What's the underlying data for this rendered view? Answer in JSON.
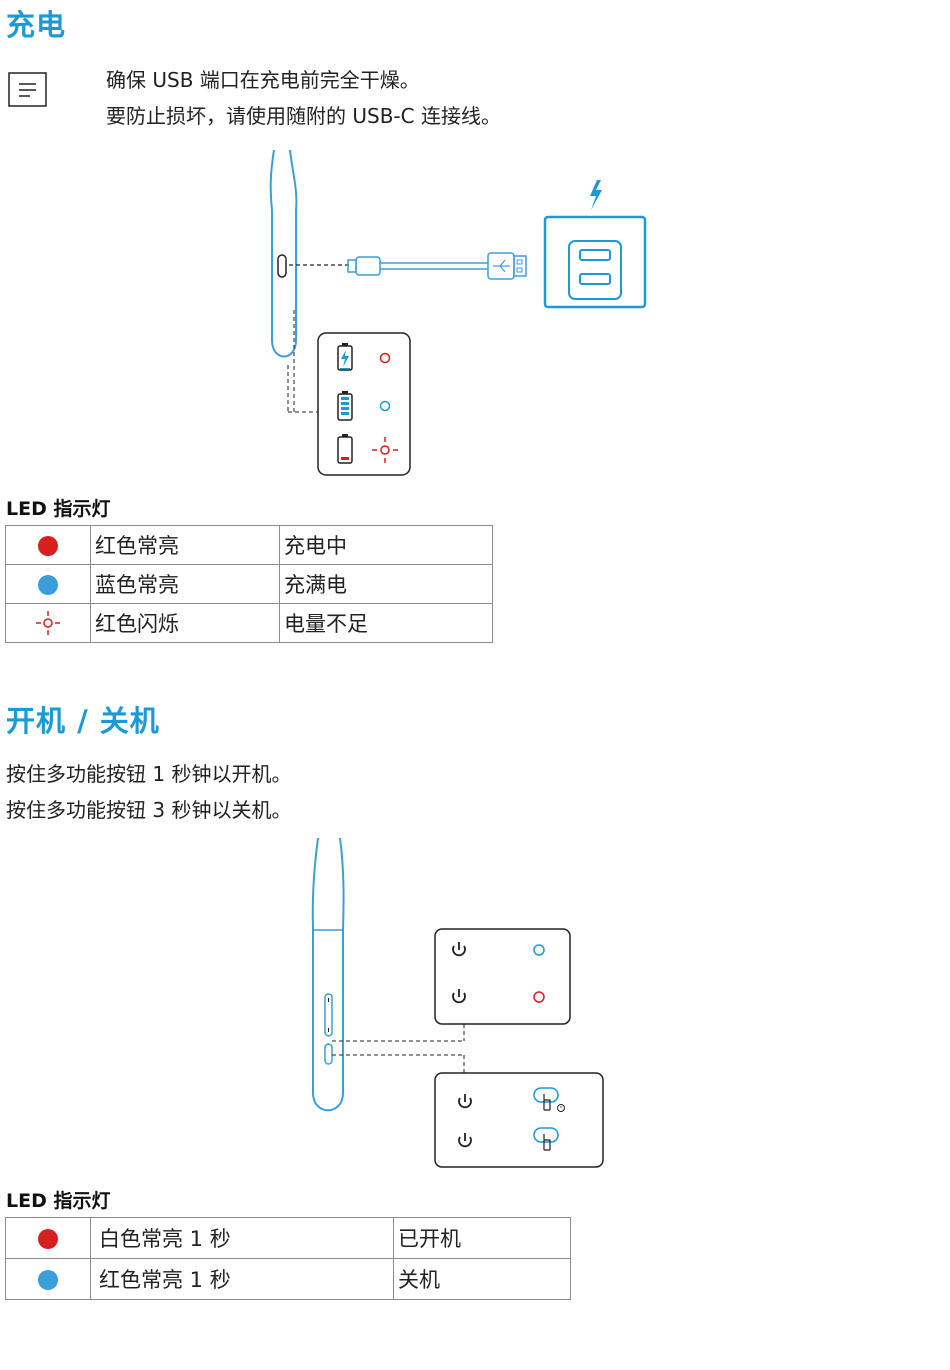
{
  "charging": {
    "title": "充电",
    "note_icon": "note-icon",
    "note_lines": [
      "确保 USB 端口在充电前完全干燥。",
      "要防止损坏，请使用随附的 USB-C 连接线。"
    ],
    "led_heading": "LED 指示灯",
    "led_rows": [
      {
        "icon": "red-dot",
        "color": "#d62020",
        "state": "红色常亮",
        "meaning": "充电中"
      },
      {
        "icon": "blue-dot",
        "color": "#3a9fd8",
        "state": "蓝色常亮",
        "meaning": "充满电"
      },
      {
        "icon": "red-blink-icon",
        "color": "#d62020",
        "state": "红色闪烁",
        "meaning": "电量不足"
      }
    ]
  },
  "power": {
    "title": "开机 / 关机",
    "lines": [
      "按住多功能按钮 1 秒钟以开机。",
      "按住多功能按钮 3 秒钟以关机。"
    ],
    "led_heading": "LED 指示灯",
    "led_rows": [
      {
        "icon": "red-dot",
        "color": "#d62020",
        "state": "白色常亮 1 秒",
        "meaning": "已开机"
      },
      {
        "icon": "blue-dot",
        "color": "#3a9fd8",
        "state": "红色常亮 1 秒",
        "meaning": "关机"
      }
    ]
  },
  "colors": {
    "accent": "#1a9ad6",
    "red": "#d62020",
    "blue": "#3a9fd8"
  }
}
